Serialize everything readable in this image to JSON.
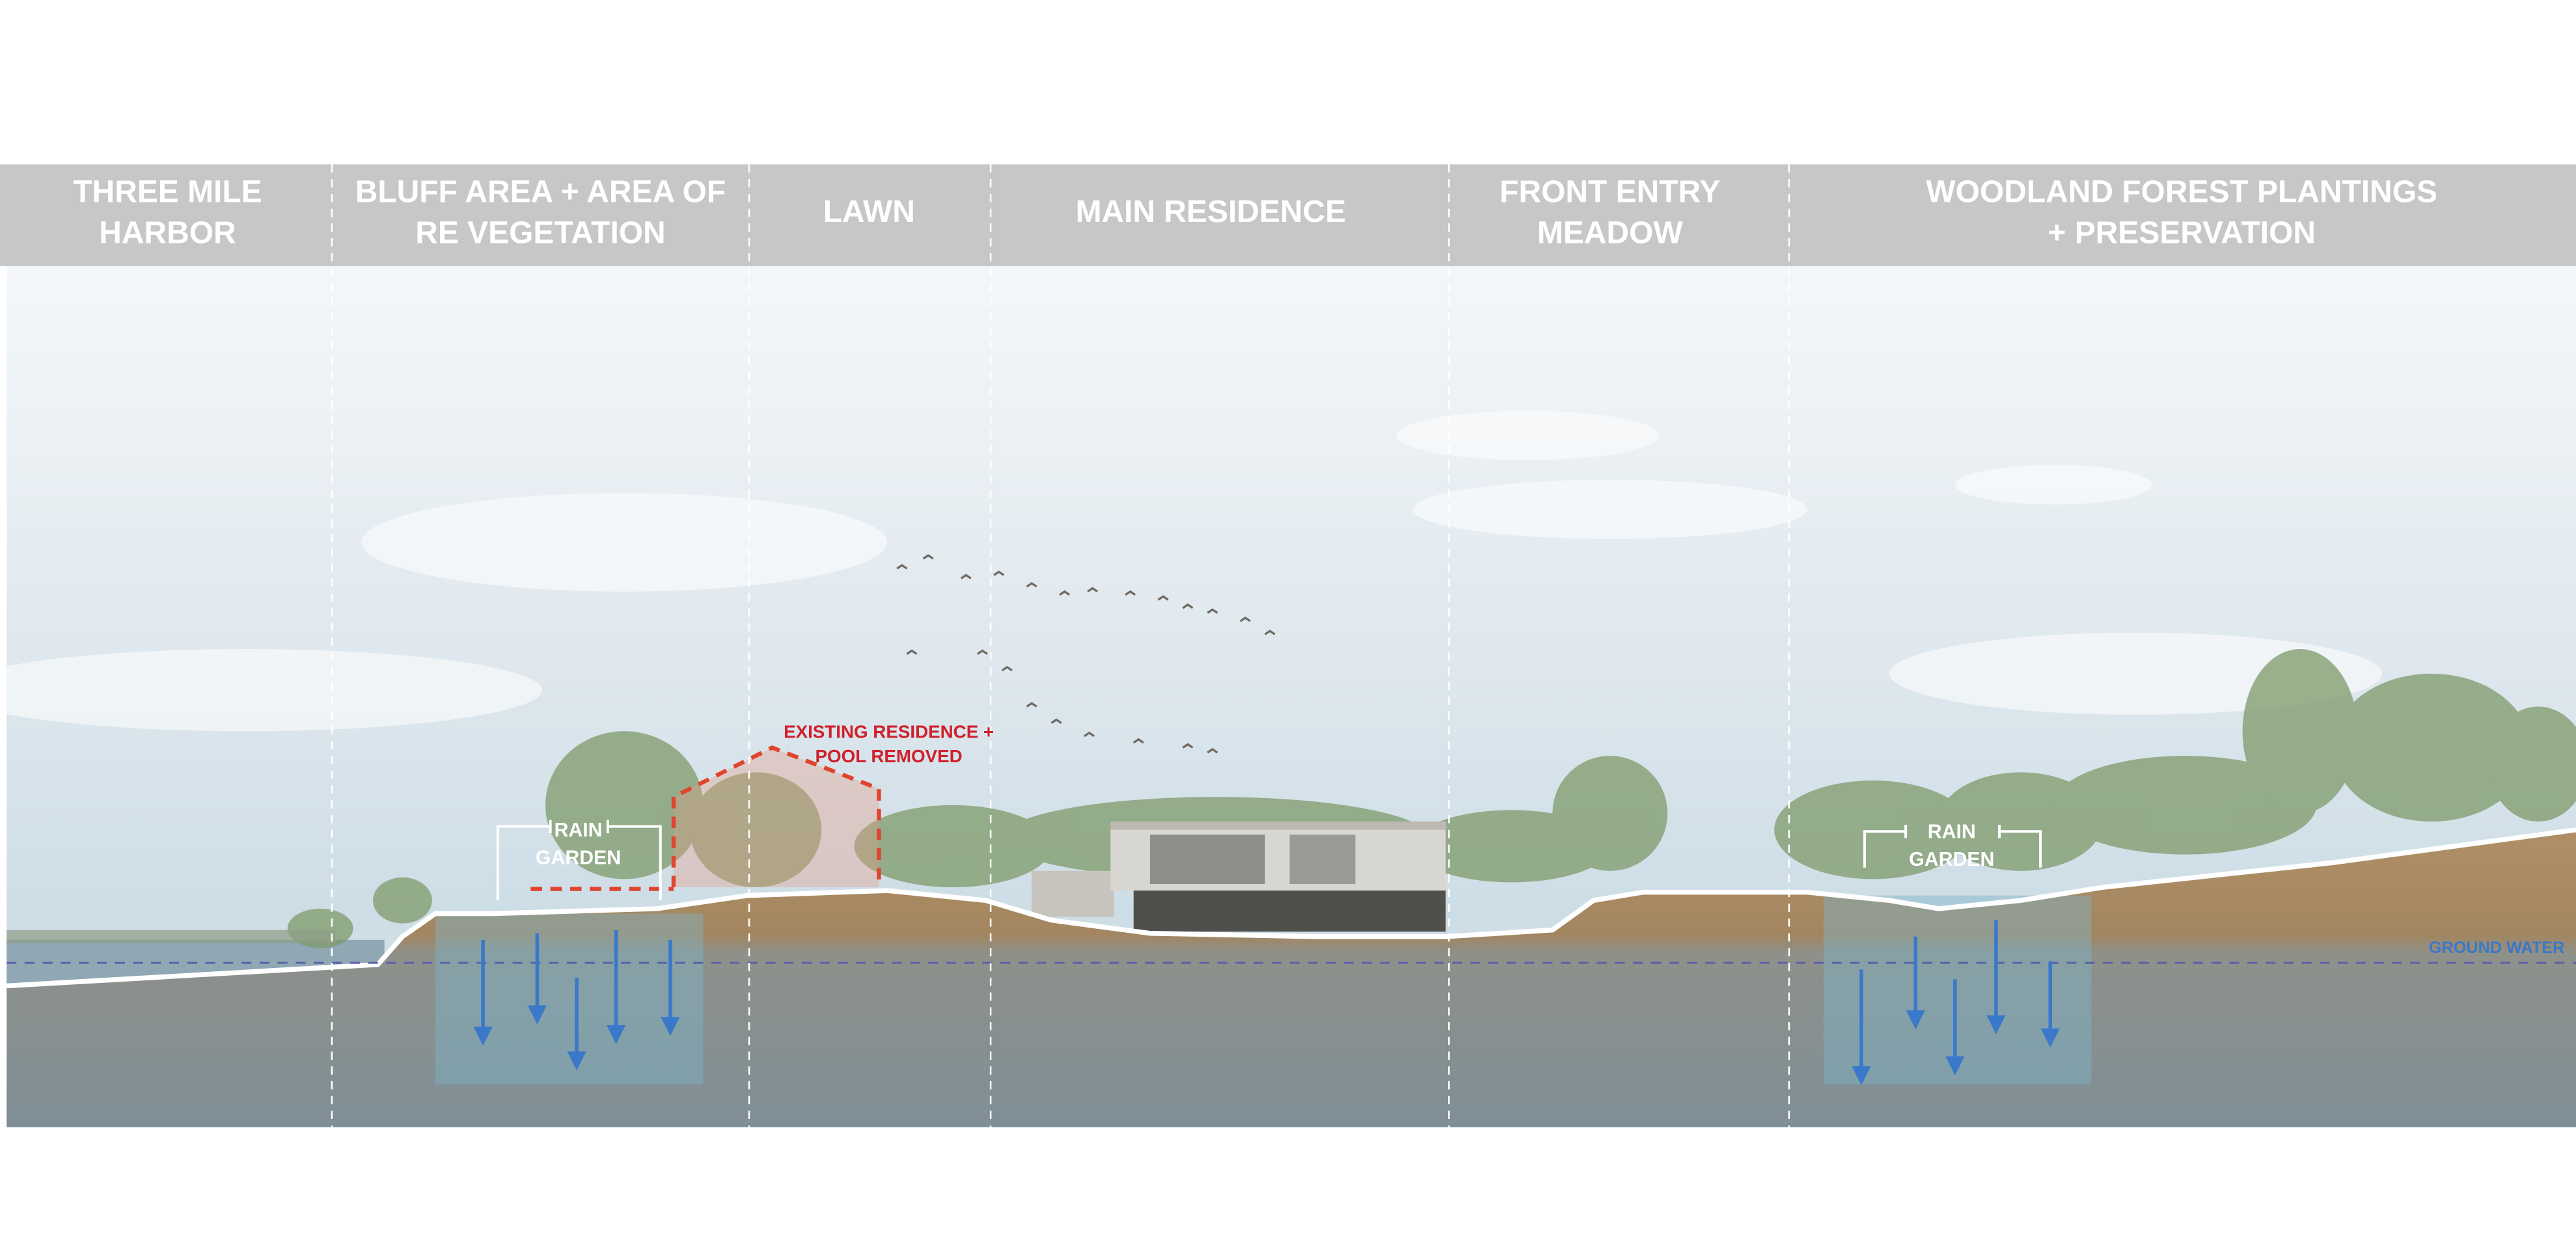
{
  "zones": [
    {
      "line1": "THREE MILE",
      "line2": "HARBOR"
    },
    {
      "line1": "BLUFF AREA + AREA OF",
      "line2": "RE VEGETATION"
    },
    {
      "line1": "LAWN",
      "line2": ""
    },
    {
      "line1": "MAIN RESIDENCE",
      "line2": ""
    },
    {
      "line1": "FRONT ENTRY",
      "line2": "MEADOW"
    },
    {
      "line1": "WOODLAND FOREST PLANTINGS",
      "line2": "+ PRESERVATION"
    }
  ],
  "annotations": {
    "rain_garden_1": {
      "line1": "RAIN",
      "line2": "GARDEN"
    },
    "rain_garden_2": {
      "line1": "RAIN",
      "line2": "GARDEN"
    },
    "removed": {
      "line1": "EXISTING RESIDENCE +",
      "line2": "POOL REMOVED"
    },
    "ground_water": "GROUND WATER"
  },
  "colors": {
    "header_band": "#c6c7c8",
    "removed_red": "#d0202a",
    "water_blue": "#3a78c9",
    "soil": "#a98a64",
    "subsoil": "#8f989a"
  }
}
